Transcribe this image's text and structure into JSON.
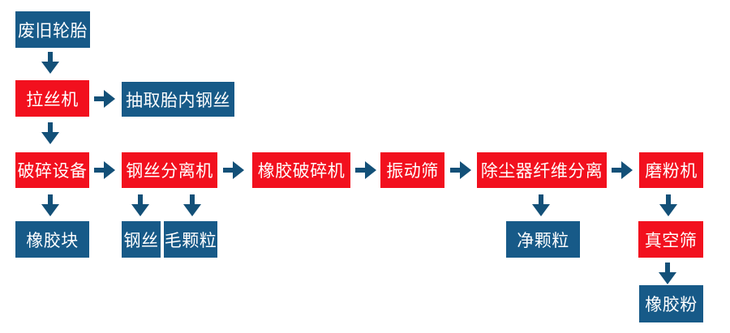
{
  "colors": {
    "process_red": "#f2101e",
    "result_blue": "#175a88",
    "arrow_blue": "#135078",
    "background": "#ffffff",
    "text": "#ffffff"
  },
  "nodes": {
    "waste_tires": "废旧轮胎",
    "wire_drawing_machine": "拉丝机",
    "extract_inner_steel_wire": "抽取胎内钢丝",
    "crushing_equipment": "破碎设备",
    "steel_wire_separator": "钢丝分离机",
    "rubber_crusher": "橡胶破碎机",
    "vibrating_screen": "振动筛",
    "dust_collector_fiber_separation": "除尘器纤维分离",
    "grinding_mill": "磨粉机",
    "rubber_block": "橡胶块",
    "steel_wire": "钢丝",
    "fuzzy_granules": "毛颗粒",
    "clean_granules": "净颗粒",
    "vacuum_screen": "真空筛",
    "rubber_powder": "橡胶粉"
  }
}
